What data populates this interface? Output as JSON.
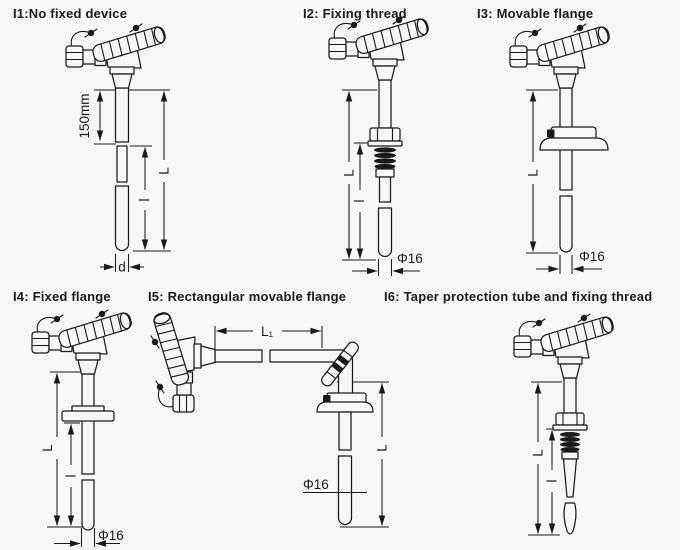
{
  "colors": {
    "background": "#f7f7f7",
    "ink": "#1a1a1a"
  },
  "panels": [
    {
      "id": "i1",
      "title": "I1:No fixed device",
      "dims": {
        "head_offset": "150mm",
        "overall": "L",
        "insertion": "l",
        "diameter": "d"
      }
    },
    {
      "id": "i2",
      "title": "I2: Fixing thread",
      "dims": {
        "overall": "L",
        "insertion": "l",
        "diameter": "Φ16"
      }
    },
    {
      "id": "i3",
      "title": "I3: Movable flange",
      "dims": {
        "overall": "L",
        "diameter": "Φ16"
      }
    },
    {
      "id": "i4",
      "title": "I4: Fixed flange",
      "dims": {
        "overall": "L",
        "insertion": "l",
        "diameter": "Φ16"
      }
    },
    {
      "id": "i5",
      "title": "I5: Rectangular movable flange",
      "dims": {
        "horizontal": "L₁",
        "overall": "L",
        "diameter": "Φ16"
      }
    },
    {
      "id": "i6",
      "title": "I6: Taper protection tube and fixing thread",
      "dims": {
        "overall": "L",
        "insertion": "l"
      }
    }
  ]
}
